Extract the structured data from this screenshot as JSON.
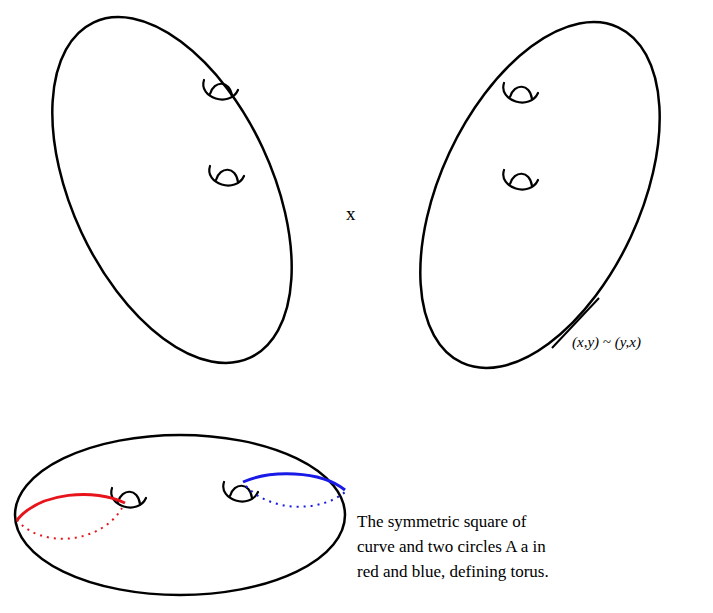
{
  "diagram": {
    "caption": "The symmetric square of curve and two circles A a in red and blue, defining torus.",
    "labels": [
      "x",
      "(x,y) ~ (y,x)"
    ]
  }
}
